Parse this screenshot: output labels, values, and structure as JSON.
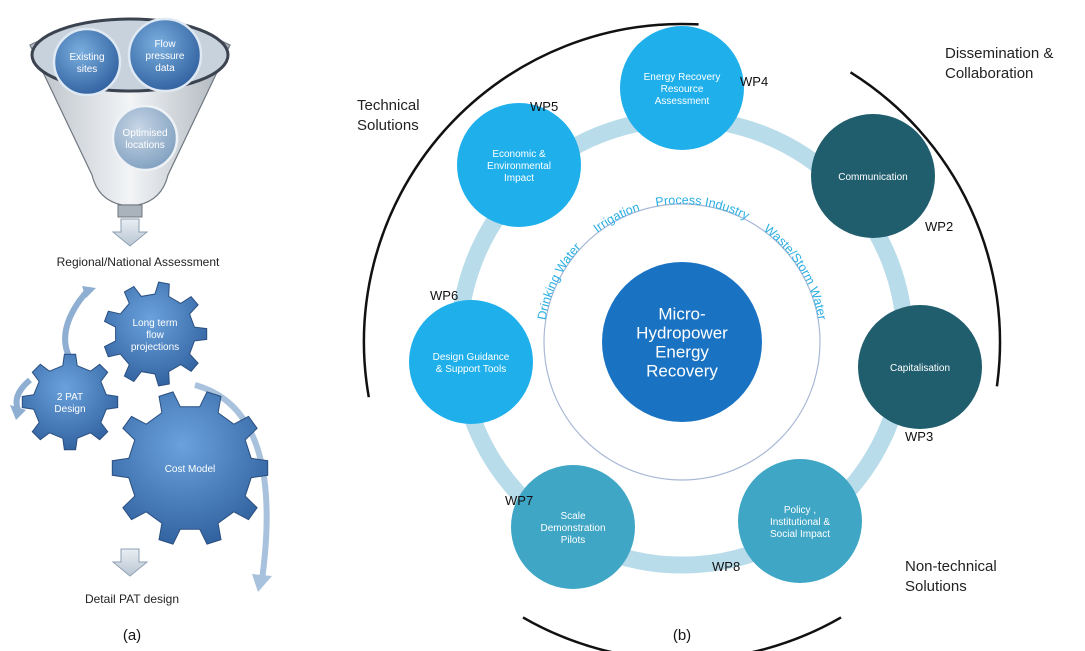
{
  "panel_a": {
    "caption": "(a)",
    "funnel": {
      "items": [
        "Existing sites",
        "Flow pressure data",
        "Optimised locations"
      ]
    },
    "stage1_label": "Regional/National Assessment",
    "gears": [
      "Long term flow projections",
      "2 PAT Design",
      "Cost Model"
    ],
    "stage2_label": "Detail PAT design"
  },
  "panel_b": {
    "caption": "(b)",
    "center_label": "Micro-Hydropower Energy Recovery",
    "sectors": [
      "Drinking Water",
      "Irrigation",
      "Process Industry",
      "Waste/Storm Water"
    ],
    "nodes": [
      {
        "label": "Energy Recovery Resource Assessment",
        "wp": "WP4",
        "color": "#1fb0ec"
      },
      {
        "label": "Communication",
        "wp": "WP2",
        "color": "#205e6e"
      },
      {
        "label": "Capitalisation",
        "wp": "WP3",
        "color": "#205e6e"
      },
      {
        "label": "Policy , Institutional & Social Impact",
        "wp": "WP8",
        "color": "#3fa6c6"
      },
      {
        "label": "Scale Demonstration Pilots",
        "wp": "WP7",
        "color": "#3fa6c6"
      },
      {
        "label": "Design Guidance & Support Tools",
        "wp": "WP6",
        "color": "#1fb0ec"
      },
      {
        "label": "Economic & Environmental Impact",
        "wp": "WP5",
        "color": "#1fb0ec"
      }
    ],
    "groups": {
      "technical": "Technical Solutions",
      "dissemination": "Dissemination & Collaboration",
      "non_technical": "Non-technical Solutions"
    },
    "colors": {
      "center": "#1a73c2",
      "ring": "#b9dcea",
      "sector_text": "#2aaee3"
    }
  }
}
